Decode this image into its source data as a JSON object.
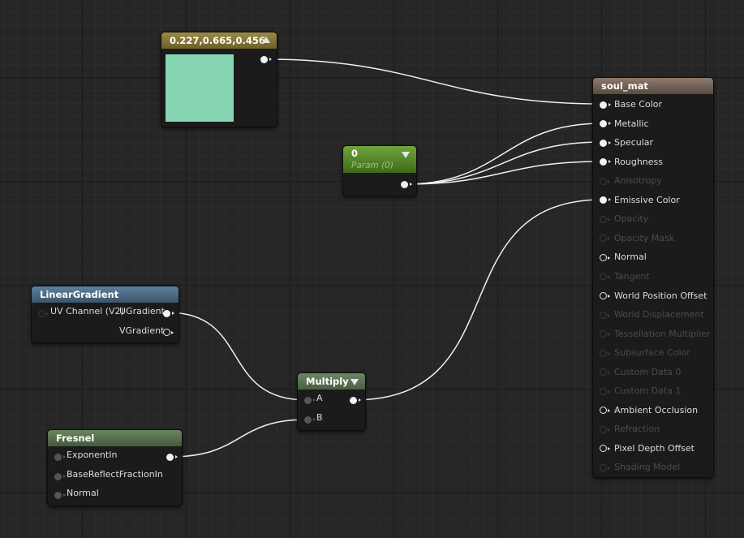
{
  "colors": {
    "const_header": "#8a7a3c",
    "param_header": "#5a8f2a",
    "function_header": "#4f6f8a",
    "fresnel_header": "#59704f",
    "multiply_header": "#5e7257",
    "material_header": "#7c6a5f",
    "swatch": "#86d6b4",
    "wire": "#f0f0f0"
  },
  "constant_node": {
    "title": "0.227,0.665,0.456"
  },
  "param_node": {
    "title": "0",
    "subtitle": "Param (0)"
  },
  "linear_gradient_node": {
    "title": "LinearGradient",
    "input": "UV Channel (V2)",
    "outputs": [
      "UGradient",
      "VGradient"
    ]
  },
  "fresnel_node": {
    "title": "Fresnel",
    "inputs": [
      "ExponentIn",
      "BaseReflectFractionIn",
      "Normal"
    ]
  },
  "multiply_node": {
    "title": "Multiply",
    "inputs": [
      "A",
      "B"
    ]
  },
  "material_node": {
    "title": "soul_mat",
    "pins": [
      {
        "label": "Base Color",
        "state": "connected"
      },
      {
        "label": "Metallic",
        "state": "connected"
      },
      {
        "label": "Specular",
        "state": "connected"
      },
      {
        "label": "Roughness",
        "state": "connected"
      },
      {
        "label": "Anisotropy",
        "state": "disabled"
      },
      {
        "label": "Emissive Color",
        "state": "connected"
      },
      {
        "label": "Opacity",
        "state": "disabled"
      },
      {
        "label": "Opacity Mask",
        "state": "disabled"
      },
      {
        "label": "Normal",
        "state": "enabled"
      },
      {
        "label": "Tangent",
        "state": "disabled"
      },
      {
        "label": "World Position Offset",
        "state": "enabled"
      },
      {
        "label": "World Displacement",
        "state": "disabled"
      },
      {
        "label": "Tessellation Multiplier",
        "state": "disabled"
      },
      {
        "label": "Subsurface Color",
        "state": "disabled"
      },
      {
        "label": "Custom Data 0",
        "state": "disabled"
      },
      {
        "label": "Custom Data 1",
        "state": "disabled"
      },
      {
        "label": "Ambient Occlusion",
        "state": "enabled"
      },
      {
        "label": "Refraction",
        "state": "disabled"
      },
      {
        "label": "Pixel Depth Offset",
        "state": "enabled"
      },
      {
        "label": "Shading Model",
        "state": "disabled"
      }
    ]
  }
}
